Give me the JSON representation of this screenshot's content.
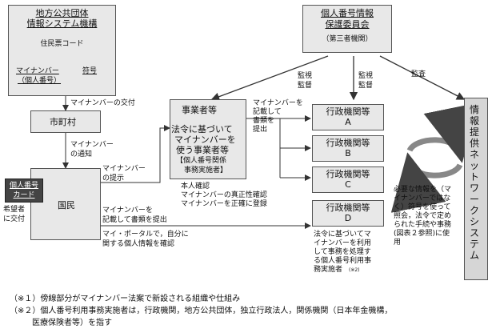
{
  "jlis": {
    "line1": "地方公共団体",
    "line2": "情報システム機構",
    "jumin": "住民票コード",
    "mynumber": "マイナンバー",
    "kojin": "（個人番号）",
    "fugo": "符号"
  },
  "commission": {
    "line1": "個人番号情報",
    "line2": "保護委員会",
    "note": "（第三者機関）"
  },
  "municipality": "市町村",
  "citizen": "国民",
  "card": {
    "line1": "個人番号",
    "line2": "カード"
  },
  "card_note": {
    "line1": "希望者",
    "line2": "に交付"
  },
  "business": {
    "title": "事業者等",
    "sub1": "法令に基づいて",
    "sub2": "マイナンバーを",
    "sub3": "使う事業者等",
    "sub4": "【個人番号関係",
    "sub5": "事務実施者】"
  },
  "agencies": [
    {
      "line1": "行政機関等",
      "line2": "A"
    },
    {
      "line1": "行政機関等",
      "line2": "B"
    },
    {
      "line1": "行政機関等",
      "line2": "C"
    },
    {
      "line1": "行政機関等",
      "line2": "D"
    }
  ],
  "network": "情報提供ネットワークシステム",
  "labels": {
    "issue": "マイナンバーの交付",
    "notify1": "マイナンバー",
    "notify2": "の通知",
    "provide1": "マイナンバー",
    "provide2": "の提示",
    "record1": "マイナンバーを",
    "record2": "記載して書類を提出",
    "portal1": "マイ・ポータルで，自分に",
    "portal2": "関する個人情報を確認",
    "biz_submit1": "マイナンバーを",
    "biz_submit2": "記載して",
    "biz_submit3": "書類を",
    "biz_submit4": "提出",
    "kakunin1": "本人確認",
    "kakunin2": "マイナンバーの真正性確認",
    "kakunin3": "マイナンバーを正確に登録",
    "monitor1a": "監視",
    "monitor1b": "監督",
    "monitor2a": "監視",
    "monitor2b": "監督",
    "audit": "監査",
    "d_note1": "法令に基づいてマ",
    "d_note2": "イナンバーを利用",
    "d_note3": "して事務を処理す",
    "d_note4": "る個人番号利用事",
    "d_note5": "務実施者",
    "d_note_sup": "(※2)",
    "exchange1": "必要な情報を（マ",
    "exchange2": "イナンバーではな",
    "exchange3": "く）符号を使って",
    "exchange4": "照会，法令で定め",
    "exchange5": "られた手続や事務",
    "exchange6": "(図表２参照)に使",
    "exchange7": "用"
  },
  "footnotes": {
    "n1": "（※１）傍線部分がマイナンバー法案で新設される組織や仕組み",
    "n2a": "（※２）個人番号利用事務実施者は，行政機関，地方公共団体，独立行政法人，関係機関（日本年金機構，",
    "n2b": "医療保険者等）を指す"
  }
}
